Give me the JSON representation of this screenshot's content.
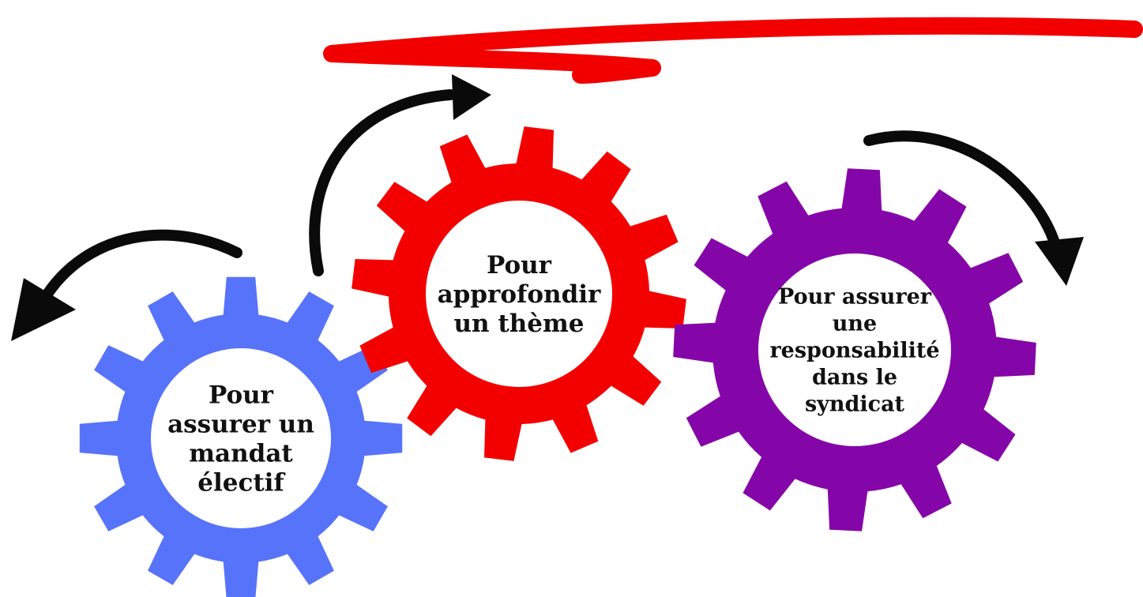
{
  "colors": {
    "background": "#ffffff",
    "gear_blue": "#5673fa",
    "gear_red": "#f30101",
    "gear_purple": "#8506a8",
    "gear_hole": "#ffffff",
    "arrow_black": "#0a0a0a",
    "scribble_red": "#f20000",
    "text": "#111111"
  },
  "gears": [
    {
      "id": "mandat",
      "color_key": "gear_blue",
      "lines": [
        "Pour",
        "assurer un",
        "mandat",
        "électif"
      ]
    },
    {
      "id": "theme",
      "color_key": "gear_red",
      "lines": [
        "Pour",
        "approfondir",
        "un thème"
      ]
    },
    {
      "id": "responsabilite",
      "color_key": "gear_purple",
      "lines": [
        "Pour assurer",
        "une",
        "responsabilité",
        "dans le",
        "syndicat"
      ]
    }
  ],
  "arrows": [
    {
      "id": "left-arrow",
      "direction": "counter-clockwise"
    },
    {
      "id": "middle-arrow",
      "direction": "clockwise"
    },
    {
      "id": "right-arrow",
      "direction": "clockwise"
    }
  ]
}
